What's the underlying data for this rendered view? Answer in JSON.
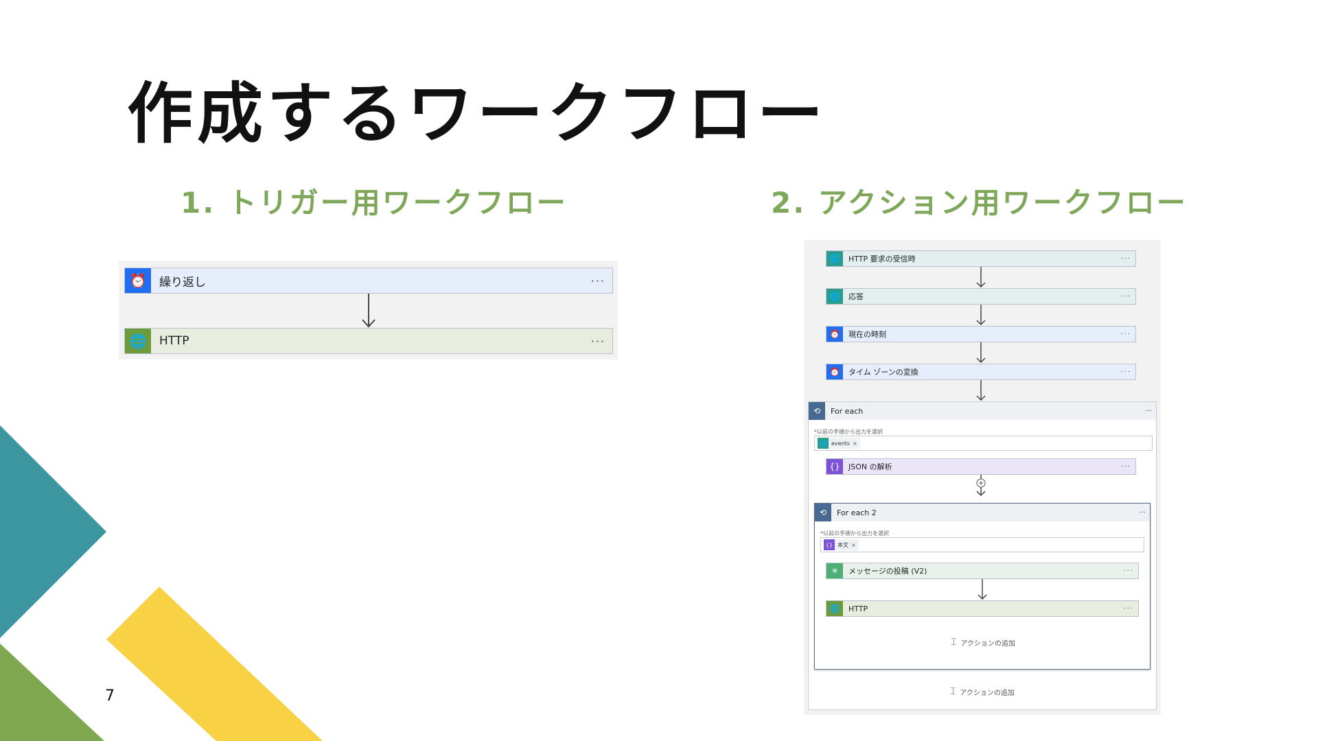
{
  "slide": {
    "title": "作成するワークフロー",
    "page_number": "7"
  },
  "colors": {
    "accent_green": "#7ea75a",
    "teal": "#3d97a1",
    "olive": "#7ea74f",
    "yellow": "#f8d244"
  },
  "left_flow": {
    "heading": "1. トリガー用ワークフロー",
    "steps": [
      {
        "label": "繰り返し",
        "icon": "alarm-clock-icon",
        "icon_color": "#1f6ff0",
        "bg": "#e6eefc"
      },
      {
        "label": "HTTP",
        "icon": "globe-icon",
        "icon_color": "#6c9b3d",
        "bg": "#e9ede0"
      }
    ],
    "menu": "···"
  },
  "right_flow": {
    "heading": "2. アクション用ワークフロー",
    "top_steps": [
      {
        "label": "HTTP 要求の受信時",
        "icon": "globe-icon",
        "icon_color": "#2a9d8f",
        "bg": "#e2efee"
      },
      {
        "label": "応答",
        "icon": "globe-icon",
        "icon_color": "#2a9d8f",
        "bg": "#e2efee"
      },
      {
        "label": "現在の時刻",
        "icon": "alarm-clock-icon",
        "icon_color": "#1f6ff0",
        "bg": "#e6eefc"
      },
      {
        "label": "タイム ゾーンの変換",
        "icon": "alarm-clock-icon",
        "icon_color": "#1f6ff0",
        "bg": "#e6eefc"
      }
    ],
    "menu": "···",
    "foreach": {
      "label": "For each",
      "field_label": "以前の手順から出力を選択",
      "token": "events",
      "token_close": "×",
      "parse_step": {
        "label": "JSON の解析",
        "icon": "braces-icon",
        "icon_color": "#7c52d6",
        "bg": "#ebe6f7"
      },
      "add_action": "アクションの追加"
    },
    "foreach2": {
      "label": "For each 2",
      "field_label": "以前の手順から出力を選択",
      "token": "本文",
      "token_close": "×",
      "steps": [
        {
          "label": "メッセージの投稿 (V2)",
          "icon": "teams-icon",
          "icon_color": "#4caf74",
          "bg": "#e8f1ec"
        },
        {
          "label": "HTTP",
          "icon": "globe-icon",
          "icon_color": "#6c9b3d",
          "bg": "#e9ede0"
        }
      ],
      "add_action": "アクションの追加"
    }
  }
}
